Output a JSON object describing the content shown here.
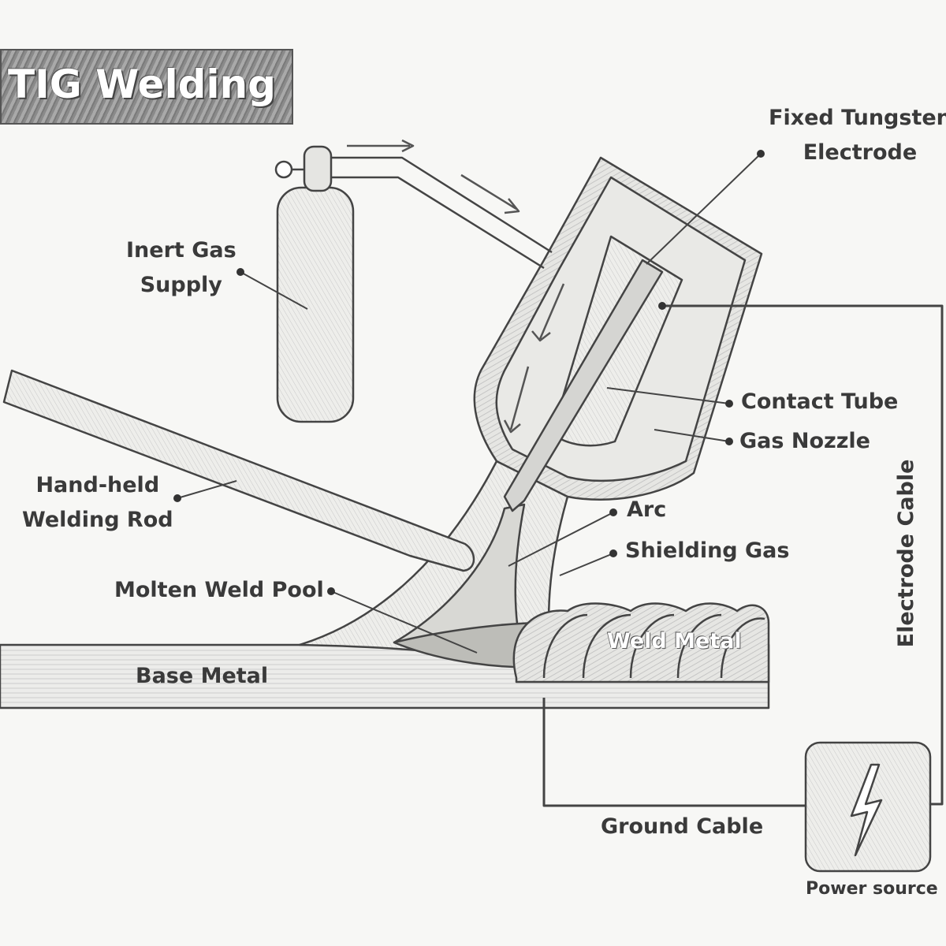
{
  "title": "TIG Welding",
  "labels": {
    "electrode": [
      "Fixed Tungsten",
      "Electrode"
    ],
    "gas_supply": [
      "Inert Gas",
      "Supply"
    ],
    "contact_tube": "Contact Tube",
    "gas_nozzle": "Gas Nozzle",
    "welding_rod": [
      "Hand-held",
      "Welding Rod"
    ],
    "arc": "Arc",
    "shielding_gas": "Shielding Gas",
    "weld_pool": "Molten Weld Pool",
    "weld_metal": "Weld Metal",
    "base_metal": "Base Metal",
    "electrode_cable": "Electrode Cable",
    "ground_cable": "Ground Cable",
    "power_source": "Power source"
  },
  "colors": {
    "ink": "#3a3a3a",
    "background": "#f7f7f5",
    "shade": "#d9d9d6"
  }
}
